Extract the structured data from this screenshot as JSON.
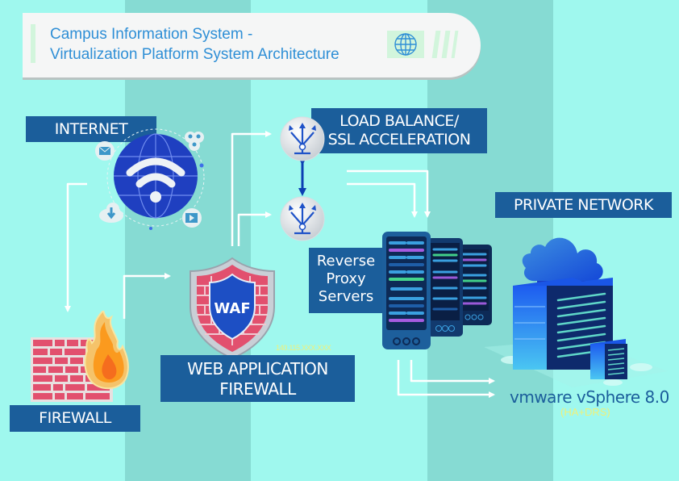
{
  "title": {
    "line1": "Campus Information System -",
    "line2": "Virtualization Platform System Architecture",
    "icon": "globe-icon"
  },
  "nodes": {
    "internet": {
      "label": "INTERNET",
      "icon": "wifi-globe-icon",
      "satellites": [
        "mail-icon",
        "users-icon",
        "cloud-download-icon",
        "play-icon"
      ]
    },
    "firewall": {
      "label": "FIREWALL",
      "icon": "brick-wall-fire-icon"
    },
    "waf": {
      "label_line1": "WEB APPLICATION",
      "label_line2": "FIREWALL",
      "badge": "WAF",
      "ip": "140.115.XXX.XXX",
      "icon": "shield-wall-icon"
    },
    "load_balancer": {
      "label_line1": "LOAD BALANCE/",
      "label_line2": "SSL ACCELERATION",
      "icon": "load-balancer-icon",
      "count": 2
    },
    "reverse_proxy": {
      "label_line1": "Reverse",
      "label_line2": "Proxy",
      "label_line3": "Servers",
      "icon": "server-rack-icon",
      "count": 3
    },
    "private_network": {
      "label": "PRIVATE NETWORK",
      "icon": "cloud-server-icon"
    },
    "vsphere": {
      "label": "vmware vSphere 8.0",
      "sublabel": "(HA+DRS)"
    }
  },
  "colors": {
    "label_bg": "#1b5e9b",
    "bg_light": "#9ff8ee",
    "bg_dark": "#86dbd3",
    "title_text": "#2f8fd6",
    "ip_text": "#f0f078",
    "connector": "#ffffff"
  }
}
